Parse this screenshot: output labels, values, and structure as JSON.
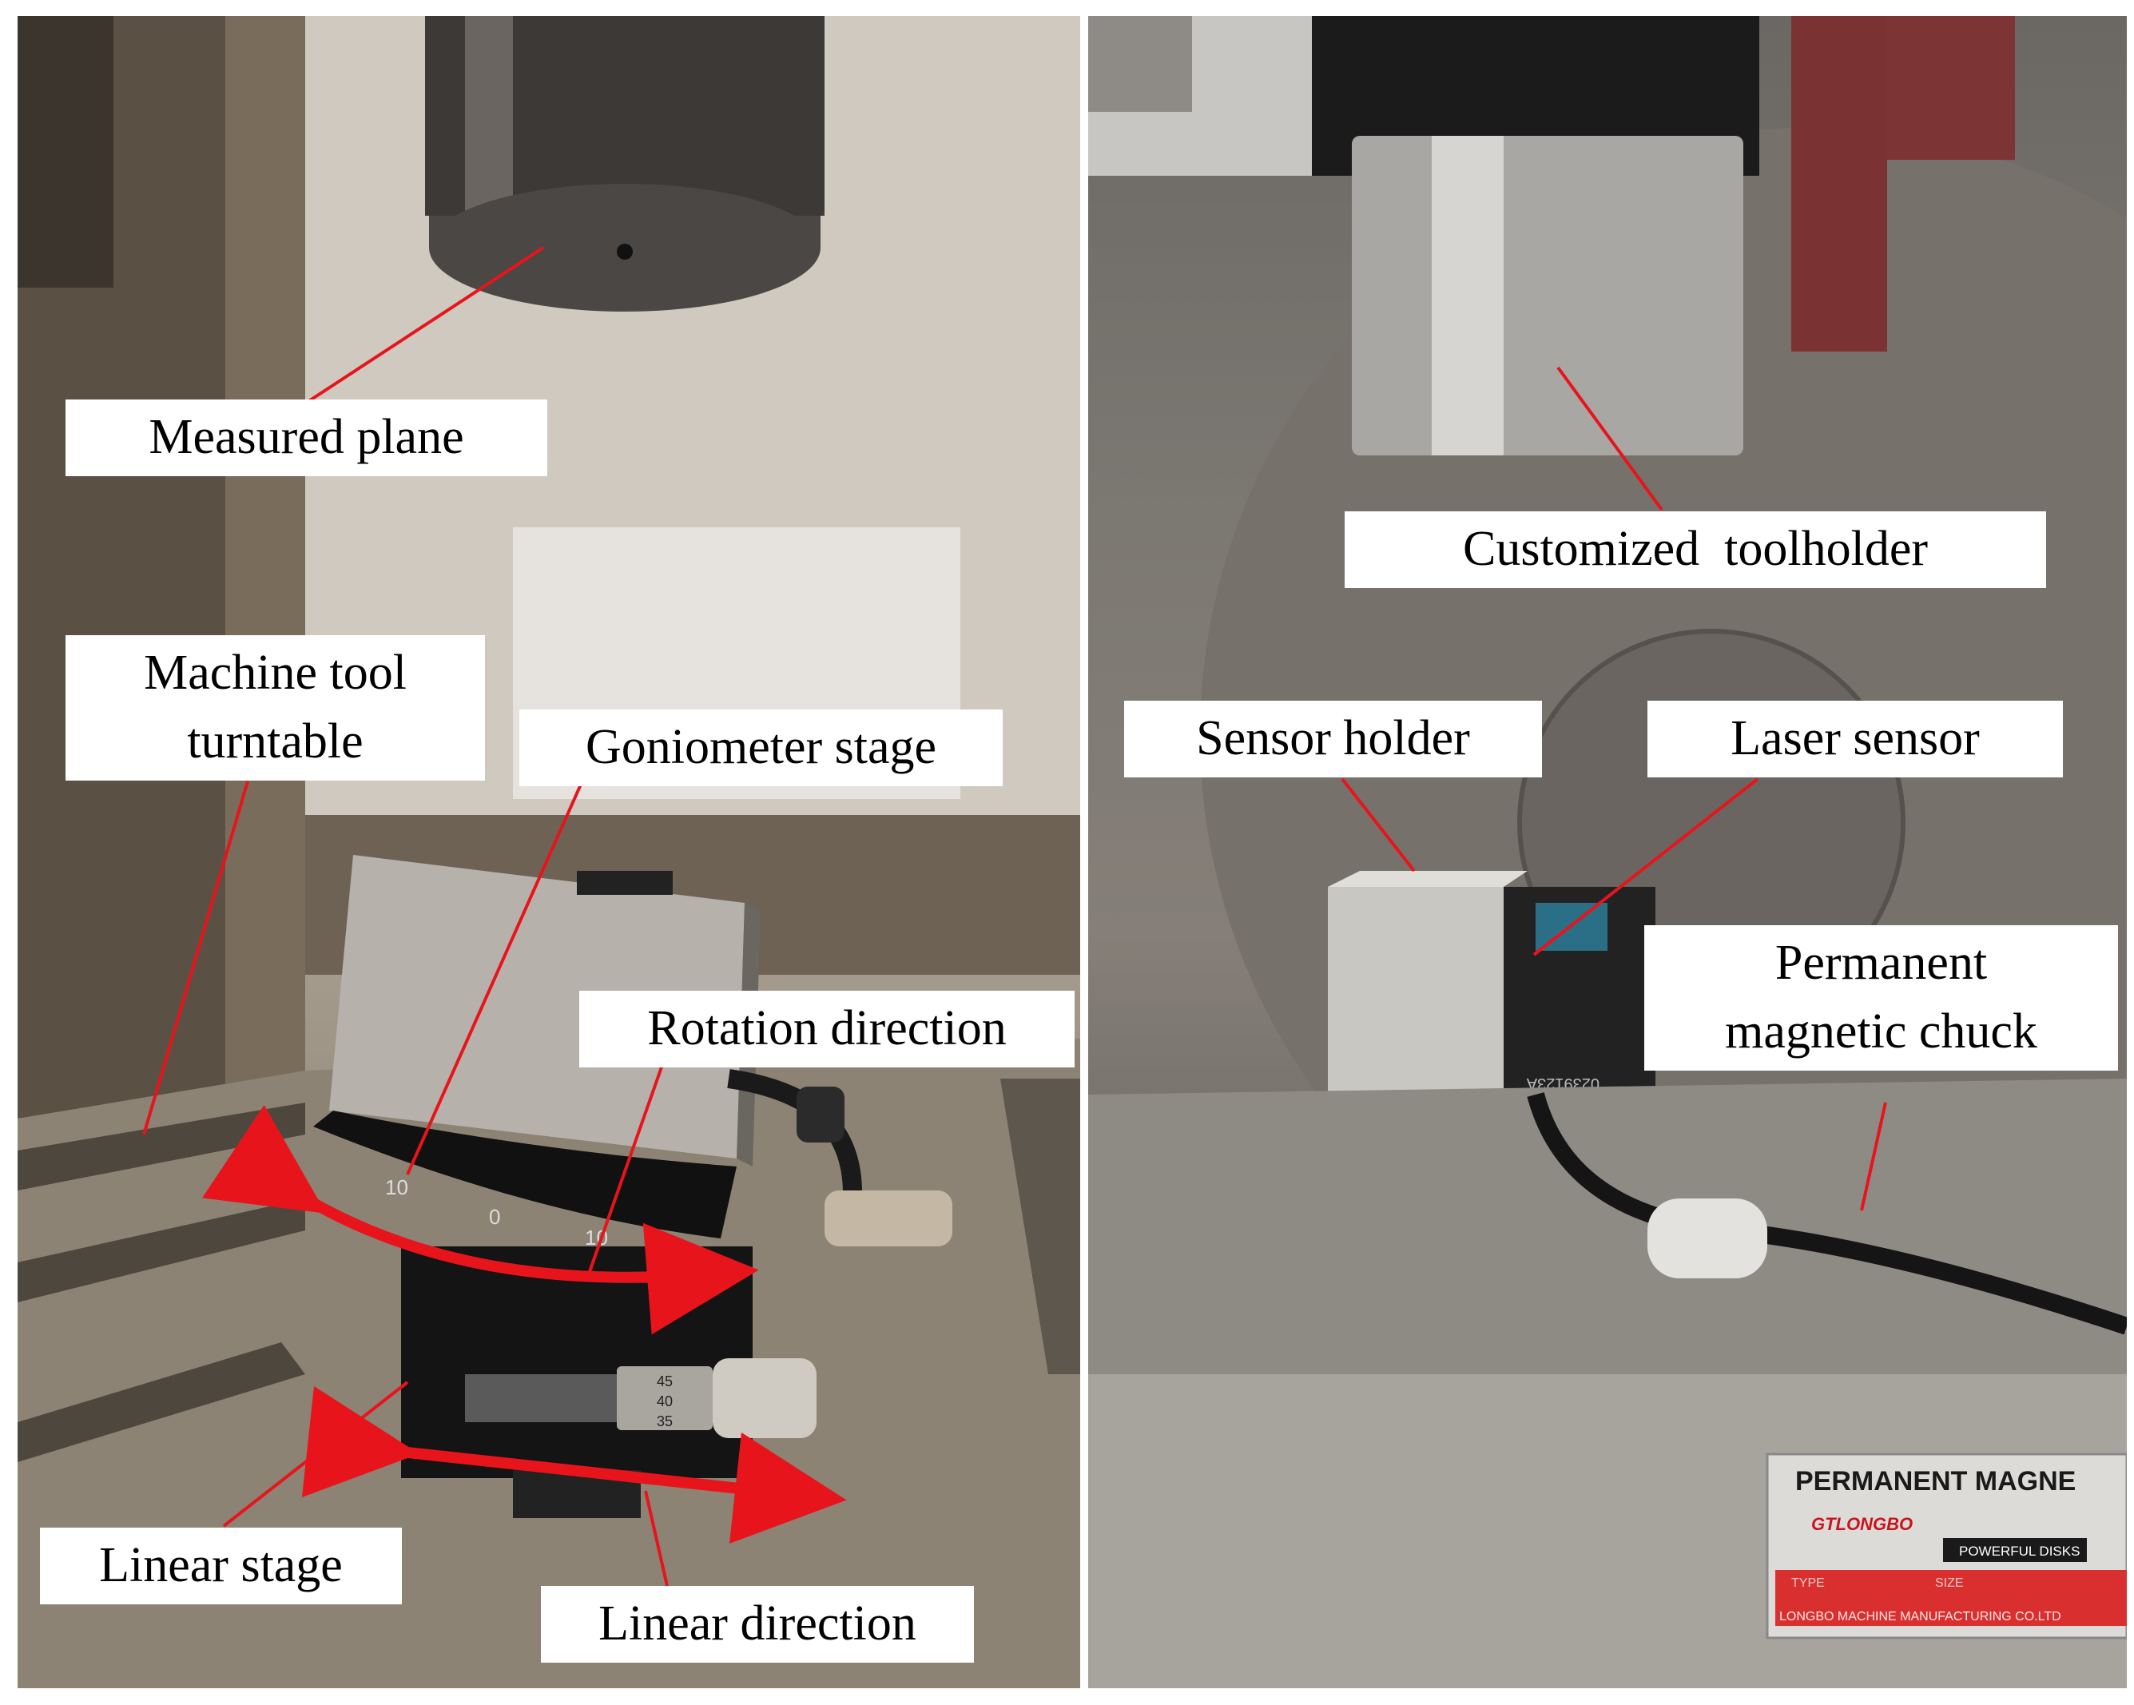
{
  "labels": {
    "measured_plane": "Measured plane",
    "machine_tool_turntable": "Machine tool\nturntable",
    "goniometer_stage": "Goniometer stage",
    "rotation_direction": "Rotation direction",
    "linear_stage": "Linear stage",
    "linear_direction": "Linear direction",
    "customized_toolholder": "Customized  toolholder",
    "sensor_holder": "Sensor holder",
    "laser_sensor": "Laser sensor",
    "permanent_magnetic_chuck": "Permanent\nmagnetic chuck"
  },
  "photo_text": {
    "scale_10_left": "10",
    "scale_0": "0",
    "scale_10_right": "10",
    "micrometer_45": "45",
    "micrometer_40": "40",
    "micrometer_35": "35",
    "sensor_serial": "0239123A",
    "plate_title": "PERMANENT MAGNE",
    "plate_brand": "GTLONGBO",
    "plate_disks": "POWERFUL DISKS",
    "plate_type": "TYPE",
    "plate_size": "SIZE",
    "plate_maker": "LONGBO MACHINE MANUFACTURING CO.LTD"
  },
  "colors": {
    "annotation": "#e8141c",
    "label_bg": "#ffffff"
  }
}
